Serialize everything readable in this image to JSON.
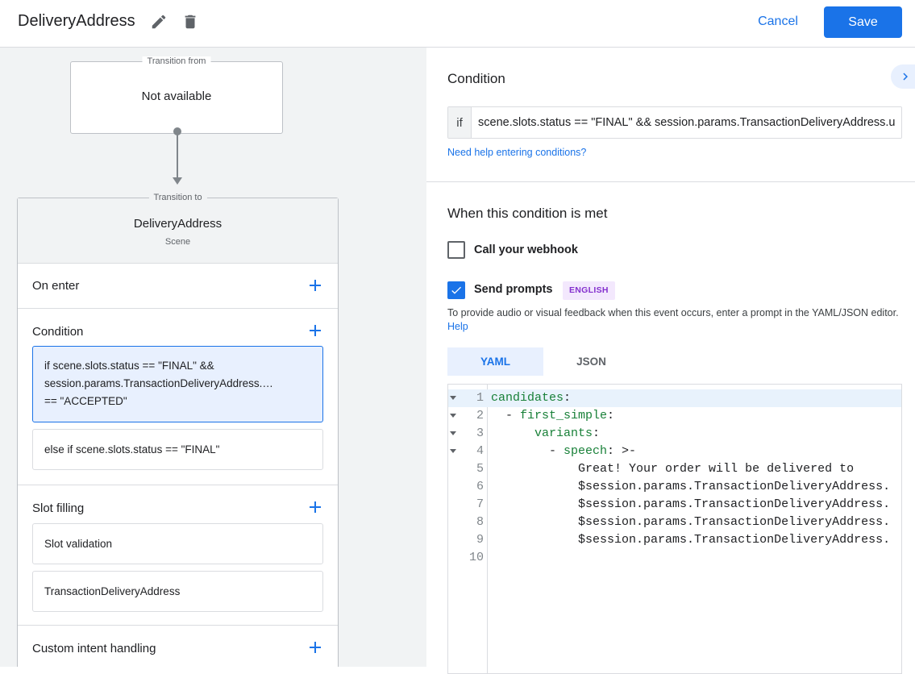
{
  "header": {
    "title": "DeliveryAddress",
    "cancel_label": "Cancel",
    "save_label": "Save"
  },
  "flow": {
    "from_caption": "Transition from",
    "from_value": "Not available",
    "to_caption": "Transition to",
    "scene_name": "DeliveryAddress",
    "scene_type": "Scene",
    "sections": {
      "on_enter": "On enter",
      "condition": "Condition",
      "slot_filling": "Slot filling",
      "custom_intent": "Custom intent handling"
    },
    "conditions": [
      [
        "if scene.slots.status == \"FINAL\" &&",
        "session.params.TransactionDeliveryAddress.…",
        "== \"ACCEPTED\""
      ],
      [
        "else if scene.slots.status == \"FINAL\""
      ]
    ],
    "slots": [
      "Slot validation",
      "TransactionDeliveryAddress"
    ]
  },
  "editor_panel": {
    "condition_heading": "Condition",
    "if_prefix": "if",
    "condition_value": "scene.slots.status == \"FINAL\" && session.params.TransactionDeliveryAddress.userDecision == \"ACCEPTED\"",
    "help_link": "Need help entering conditions?",
    "met_heading": "When this condition is met",
    "webhook_label": "Call your webhook",
    "webhook_checked": false,
    "prompts_label": "Send prompts",
    "prompts_checked": true,
    "language_badge": "ENGLISH",
    "description": "To provide audio or visual feedback when this event occurs, enter a prompt in the YAML/JSON editor.",
    "description_link": "Help",
    "tabs": [
      "YAML",
      "JSON"
    ],
    "active_tab": "YAML",
    "code_lines": [
      {
        "n": "1",
        "indent": "",
        "key": "candidates",
        "rest": ":",
        "fold": true
      },
      {
        "n": "2",
        "indent": "  - ",
        "key": "first_simple",
        "rest": ":",
        "fold": true
      },
      {
        "n": "3",
        "indent": "      ",
        "key": "variants",
        "rest": ":",
        "fold": true
      },
      {
        "n": "4",
        "indent": "        - ",
        "key": "speech",
        "rest": ": >-",
        "fold": true
      },
      {
        "n": "5",
        "indent": "            ",
        "key": "",
        "rest": "Great! Your order will be delivered to",
        "fold": false
      },
      {
        "n": "6",
        "indent": "            ",
        "key": "",
        "rest": "$session.params.TransactionDeliveryAddress.",
        "fold": false
      },
      {
        "n": "7",
        "indent": "            ",
        "key": "",
        "rest": "$session.params.TransactionDeliveryAddress.",
        "fold": false
      },
      {
        "n": "8",
        "indent": "            ",
        "key": "",
        "rest": "$session.params.TransactionDeliveryAddress.",
        "fold": false
      },
      {
        "n": "9",
        "indent": "            ",
        "key": "",
        "rest": "$session.params.TransactionDeliveryAddress.",
        "fold": false
      },
      {
        "n": "10",
        "indent": "",
        "key": "",
        "rest": "",
        "fold": false
      }
    ]
  },
  "colors": {
    "accent": "#1a73e8",
    "selected_bg": "#e8f0fe",
    "yaml_key": "#188038",
    "badge_text": "#8430ce",
    "badge_bg": "#f3e8fd"
  }
}
